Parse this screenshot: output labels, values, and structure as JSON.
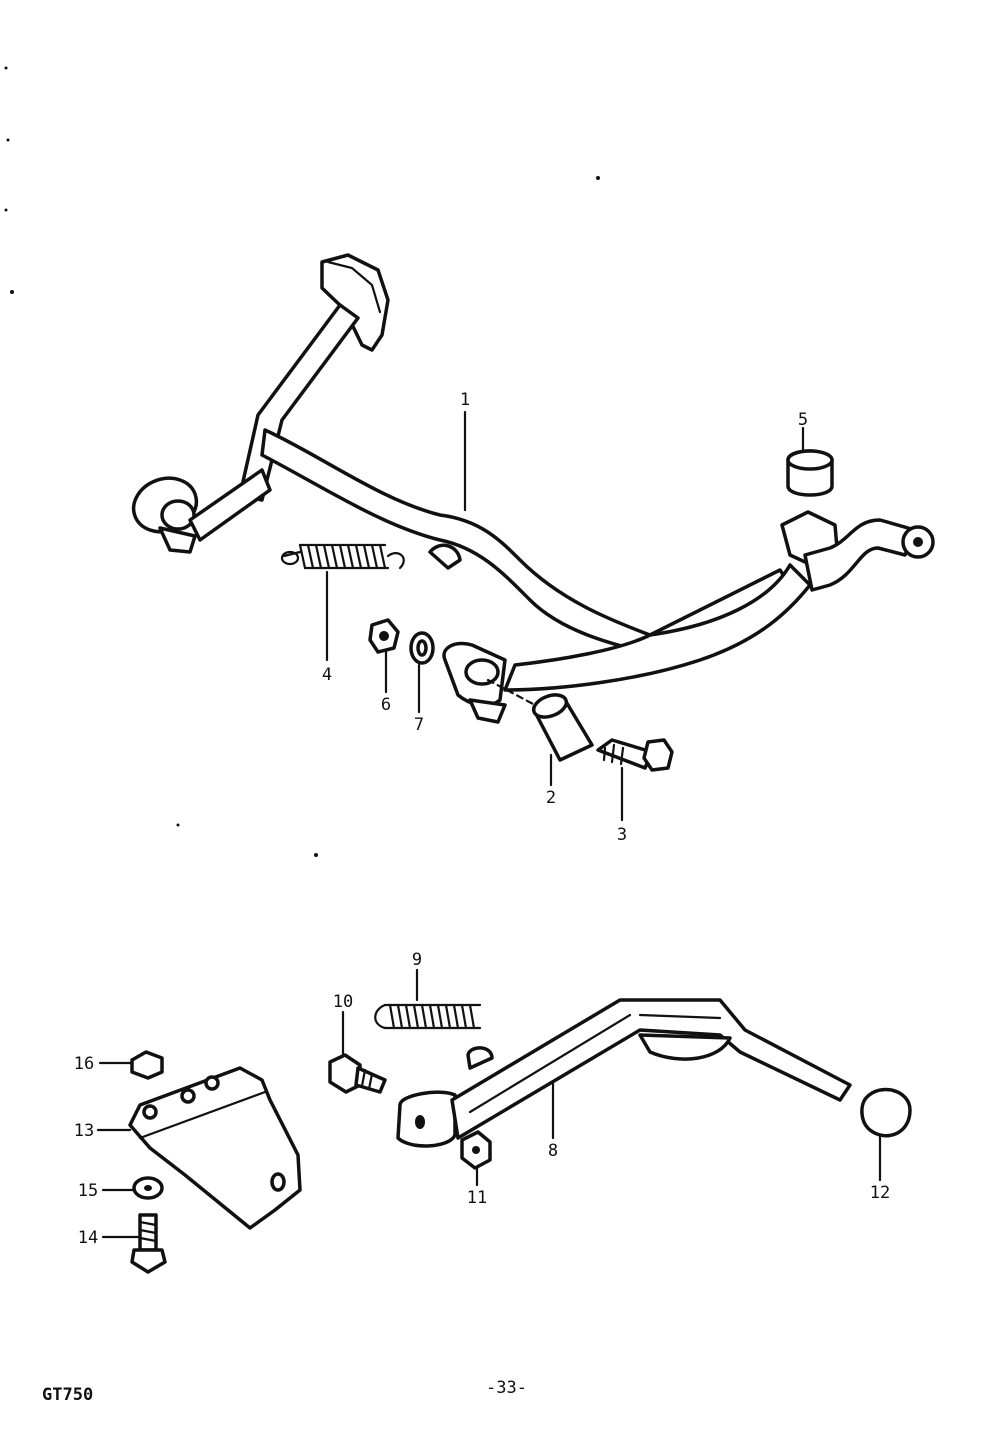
{
  "page": {
    "model": "GT750",
    "page_number": "-33-"
  },
  "callouts": [
    {
      "id": "1",
      "text": "1"
    },
    {
      "id": "2",
      "text": "2"
    },
    {
      "id": "3",
      "text": "3"
    },
    {
      "id": "4",
      "text": "4"
    },
    {
      "id": "5",
      "text": "5"
    },
    {
      "id": "6",
      "text": "6"
    },
    {
      "id": "7",
      "text": "7"
    },
    {
      "id": "8",
      "text": "8"
    },
    {
      "id": "9",
      "text": "9"
    },
    {
      "id": "10",
      "text": "10"
    },
    {
      "id": "11",
      "text": "11"
    },
    {
      "id": "12",
      "text": "12"
    },
    {
      "id": "13",
      "text": "13"
    },
    {
      "id": "14",
      "text": "14"
    },
    {
      "id": "15",
      "text": "15"
    },
    {
      "id": "16",
      "text": "16"
    }
  ]
}
